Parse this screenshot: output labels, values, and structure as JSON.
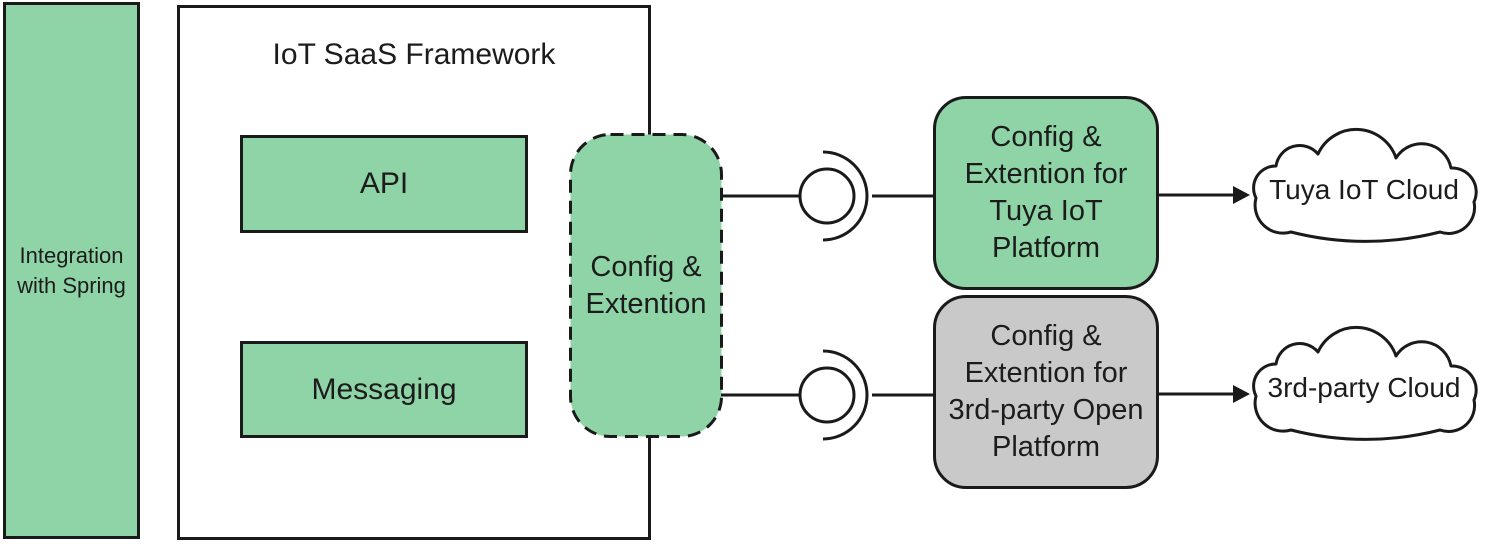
{
  "colors": {
    "green": "#8fd4a6",
    "gray": "#c9c9c9",
    "stroke": "#1a1a1a",
    "background": "#ffffff"
  },
  "spring_bar": {
    "label": [
      "Integration",
      "with Spring"
    ]
  },
  "framework": {
    "title": "IoT SaaS Framework",
    "api_label": "API",
    "messaging_label": "Messaging"
  },
  "extension_point": {
    "label": [
      "Config &",
      "Extention"
    ]
  },
  "adapters": {
    "tuya": {
      "label": [
        "Config &",
        "Extention for",
        "Tuya IoT",
        "Platform"
      ]
    },
    "third_party": {
      "label": [
        "Config &",
        "Extention for",
        "3rd-party Open",
        "Platform"
      ]
    }
  },
  "clouds": {
    "tuya": {
      "label": "Tuya IoT Cloud"
    },
    "third_party": {
      "label": "3rd-party Cloud"
    }
  }
}
